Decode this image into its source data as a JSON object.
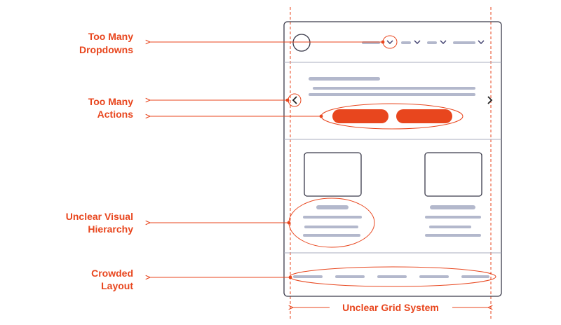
{
  "colors": {
    "accent": "#e8461e",
    "frame": "#3a3a4a",
    "placeholder": "#b3b8cc",
    "background": "#ffffff"
  },
  "annotations": {
    "dropdowns": [
      "Too Many",
      "Dropdowns"
    ],
    "actions": [
      "Too Many",
      "Actions"
    ],
    "hierarchy": [
      "Unclear Visual",
      "Hierarchy"
    ],
    "layout": [
      "Crowded",
      "Layout"
    ],
    "grid": "Unclear Grid System"
  },
  "icons": {
    "chevron_down": "chevron-down-icon",
    "chevron_left": "chevron-left-icon",
    "chevron_right": "chevron-right-icon",
    "logo": "logo-circle-icon",
    "arrow_left": "arrow-left-icon",
    "arrow_right": "arrow-right-icon"
  }
}
